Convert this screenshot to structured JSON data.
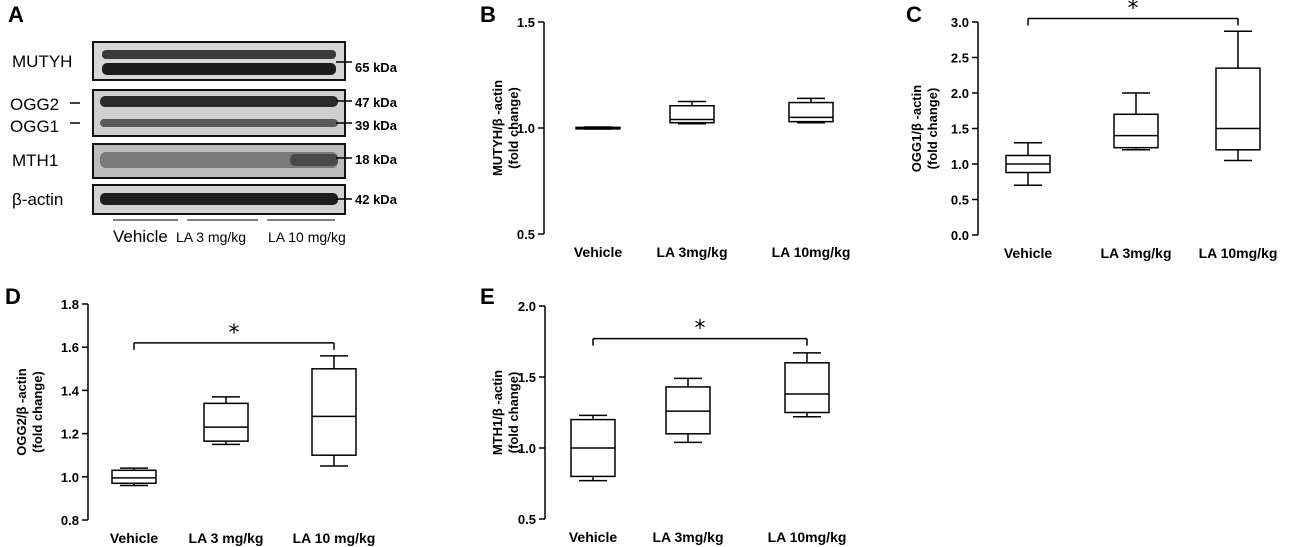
{
  "figure": {
    "panel_a": {
      "label": "A",
      "blots": [
        {
          "name": "MUTYH",
          "kda": [
            "65 kDa"
          ]
        },
        {
          "name": "OGG2",
          "name2": "OGG1",
          "kda": [
            "47 kDa",
            "39 kDa"
          ]
        },
        {
          "name": "MTH1",
          "kda": [
            "18 kDa"
          ]
        },
        {
          "name": "β-actin",
          "kda": [
            "42 kDa"
          ]
        }
      ],
      "groups": [
        "Vehicle",
        "LA 3 mg/kg",
        "LA 10 mg/kg"
      ]
    }
  },
  "chart_data": [
    {
      "panel": "B",
      "type": "box",
      "ylabel": [
        "MUTYH/β -actin",
        "(fold change)"
      ],
      "ylim": [
        0.5,
        1.5
      ],
      "yticks": [
        "0.5",
        "1.0",
        "1.5"
      ],
      "categories": [
        "Vehicle",
        "LA 3mg/kg",
        "LA 10mg/kg"
      ],
      "boxes": [
        {
          "min": 0.995,
          "q1": 0.997,
          "median": 1.0,
          "q3": 1.003,
          "max": 1.005
        },
        {
          "min": 1.02,
          "q1": 1.025,
          "median": 1.04,
          "q3": 1.105,
          "max": 1.125
        },
        {
          "min": 1.025,
          "q1": 1.03,
          "median": 1.05,
          "q3": 1.12,
          "max": 1.14
        }
      ],
      "significance": []
    },
    {
      "panel": "C",
      "type": "box",
      "ylabel": [
        "OGG1/β -actin",
        "(fold change)"
      ],
      "ylim": [
        0.0,
        3.0
      ],
      "yticks": [
        "0.0",
        "0.5",
        "1.0",
        "1.5",
        "2.0",
        "2.5",
        "3.0"
      ],
      "categories": [
        "Vehicle",
        "LA 3mg/kg",
        "LA 10mg/kg"
      ],
      "boxes": [
        {
          "min": 0.7,
          "q1": 0.88,
          "median": 1.0,
          "q3": 1.12,
          "max": 1.3
        },
        {
          "min": 1.2,
          "q1": 1.23,
          "median": 1.4,
          "q3": 1.7,
          "max": 2.0
        },
        {
          "min": 1.05,
          "q1": 1.2,
          "median": 1.5,
          "q3": 2.35,
          "max": 2.87
        }
      ],
      "significance": [
        {
          "from": 0,
          "to": 2,
          "y": 3.05,
          "label": "*"
        }
      ]
    },
    {
      "panel": "D",
      "type": "box",
      "ylabel": [
        "OGG2/β -actin",
        "(fold change)"
      ],
      "ylim": [
        0.8,
        1.8
      ],
      "yticks": [
        "0.8",
        "1.0",
        "1.2",
        "1.4",
        "1.6",
        "1.8"
      ],
      "categories": [
        "Vehicle",
        "LA 3 mg/kg",
        "LA 10 mg/kg"
      ],
      "boxes": [
        {
          "min": 0.96,
          "q1": 0.97,
          "median": 0.995,
          "q3": 1.03,
          "max": 1.04
        },
        {
          "min": 1.15,
          "q1": 1.165,
          "median": 1.23,
          "q3": 1.34,
          "max": 1.37
        },
        {
          "min": 1.05,
          "q1": 1.1,
          "median": 1.28,
          "q3": 1.5,
          "max": 1.56
        }
      ],
      "significance": [
        {
          "from": 0,
          "to": 2,
          "y": 1.62,
          "label": "*"
        }
      ]
    },
    {
      "panel": "E",
      "type": "box",
      "ylabel": [
        "MTH1/β -actin",
        "(fold change)"
      ],
      "ylim": [
        0.5,
        2.0
      ],
      "yticks": [
        "0.5",
        "1.0",
        "1.5",
        "2.0"
      ],
      "categories": [
        "Vehicle",
        "LA 3mg/kg",
        "LA 10mg/kg"
      ],
      "boxes": [
        {
          "min": 0.77,
          "q1": 0.8,
          "median": 1.0,
          "q3": 1.2,
          "max": 1.23
        },
        {
          "min": 1.04,
          "q1": 1.1,
          "median": 1.26,
          "q3": 1.43,
          "max": 1.49
        },
        {
          "min": 1.22,
          "q1": 1.25,
          "median": 1.38,
          "q3": 1.6,
          "max": 1.67
        }
      ],
      "significance": [
        {
          "from": 0,
          "to": 2,
          "y": 1.77,
          "label": "*"
        }
      ]
    }
  ]
}
